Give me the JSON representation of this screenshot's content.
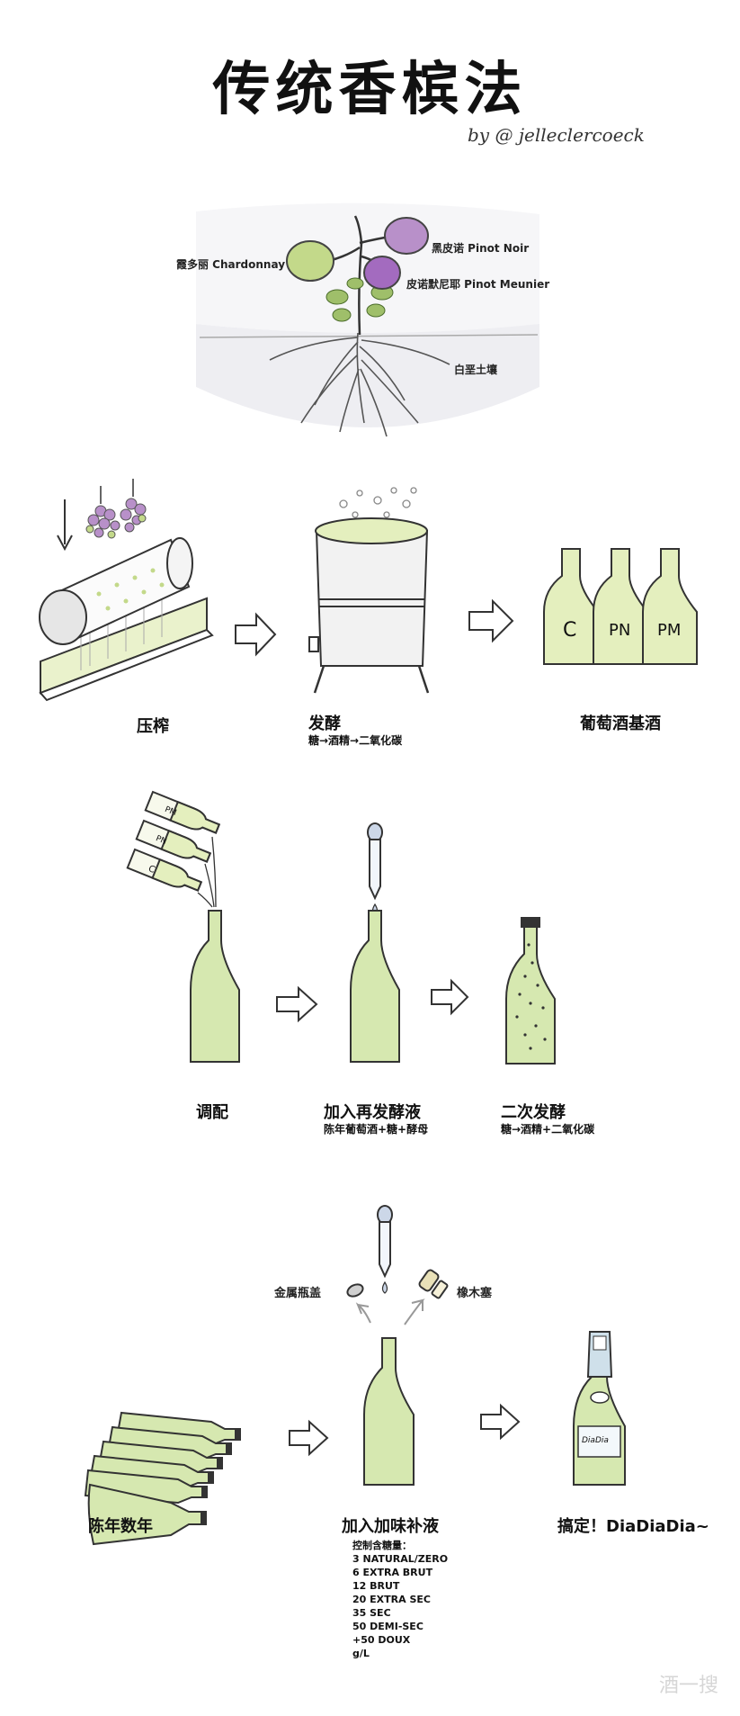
{
  "title": "传统香槟法",
  "byline": "by @ jelleclercoeck",
  "vineyard": {
    "grape_chardonnay": "霞多丽 Chardonnay",
    "grape_pinot_noir": "黑皮诺 Pinot Noir",
    "grape_pinot_meunier": "皮诺默尼耶 Pinot Meunier",
    "soil": "白垩土壤"
  },
  "row1": {
    "press": "压榨",
    "ferment": "发酵",
    "ferment_sub": "糖→酒精→二氧化碳",
    "base_wine": "葡萄酒基酒",
    "bottle_c": "C",
    "bottle_pn": "PN",
    "bottle_pm": "PM"
  },
  "row2": {
    "blend": "调配",
    "add_liqueur": "加入再发酵液",
    "add_liqueur_sub": "陈年葡萄酒+糖+酵母",
    "second_ferment": "二次发酵",
    "second_ferment_sub": "糖→酒精+二氧化碳",
    "pm": "PM",
    "pn": "PN",
    "c": "C"
  },
  "row3": {
    "aging": "陈年数年",
    "crown_cap": "金属瓶盖",
    "cork": "橡木塞",
    "dosage": "加入加味补液",
    "done": "搞定！DiaDiaDia~",
    "label_text": "DiaDia",
    "sugar_title": "控制含糖量：",
    "sugar_levels": [
      "3 NATURAL/ZERO",
      "6 EXTRA BRUT",
      "12 BRUT",
      "20 EXTRA SEC",
      "35 SEC",
      "50 DEMI-SEC",
      "+50 DOUX",
      "g/L"
    ]
  },
  "watermark": "酒一搜",
  "colors": {
    "wine": "#e4efbe",
    "bottle": "#d6e8b0",
    "grape_green": "#c3d98a",
    "grape_purple": "#b890c9",
    "grape_violet": "#a36bbf",
    "soil": "#eeeef2",
    "ink": "#222222"
  }
}
